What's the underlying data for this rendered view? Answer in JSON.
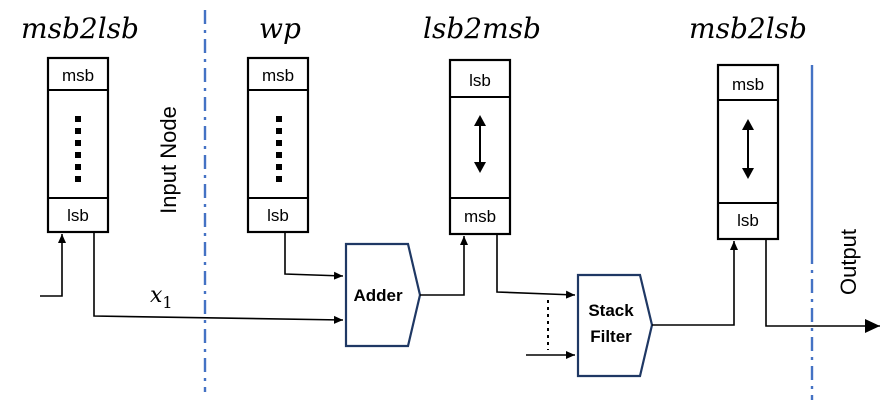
{
  "registers": [
    {
      "title": "msb2lsb",
      "top_label": "msb",
      "bottom_label": "lsb"
    },
    {
      "title": "wp",
      "top_label": "msb",
      "bottom_label": "lsb"
    },
    {
      "title": "lsb2msb",
      "top_label": "lsb",
      "bottom_label": "msb"
    },
    {
      "title": "msb2lsb",
      "top_label": "msb",
      "bottom_label": "lsb"
    }
  ],
  "blocks": {
    "adder": "Adder",
    "stack_filter_line1": "Stack",
    "stack_filter_line2": "Filter"
  },
  "labels": {
    "input_node": "Input Node",
    "output": "Output",
    "x_signal": "x",
    "x_subscript": "1"
  },
  "colors": {
    "divider": "#4472c4",
    "block_outline": "#1f3864"
  }
}
